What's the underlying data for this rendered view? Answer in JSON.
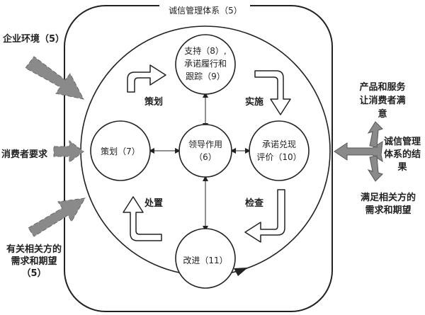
{
  "title": "诚信管理体系（5）",
  "nodes": {
    "support": [
      "支持（8）,",
      "承诺履行和",
      "跟踪（9）"
    ],
    "leadership": [
      "领导作用",
      "（6）"
    ],
    "planning": [
      "策划（7）"
    ],
    "evaluation": [
      "承诺兑现",
      "评价（10）"
    ],
    "improvement": [
      "改进（11）"
    ]
  },
  "phases": {
    "plan": "策划",
    "do": "实施",
    "check": "检查",
    "act": "处置"
  },
  "inputs": {
    "environment": "企业环境（5）",
    "consumer": "消费者要求",
    "stakeholder": [
      "有关相关方的",
      "需求和期望",
      "（5）"
    ]
  },
  "outputs": {
    "satisfaction": [
      "产品和服务",
      "让消费者满",
      "意"
    ],
    "results": [
      "诚信管理",
      "体系的结",
      "果"
    ],
    "expectations": [
      "满足相关方的",
      "需求和期望"
    ]
  },
  "colors": {
    "line": "#222222",
    "input_arrow": "#8a8a8a",
    "background": "#ffffff"
  }
}
